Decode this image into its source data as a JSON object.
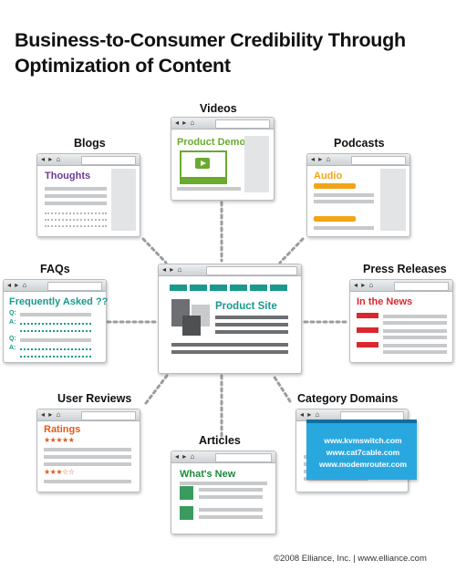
{
  "title_line1": "Business-to-Consumer Credibility Through",
  "title_line2": "Optimization of Content",
  "center": {
    "heading": "Product Site"
  },
  "nodes": {
    "videos": {
      "label": "Videos",
      "heading": "Product Demo"
    },
    "blogs": {
      "label": "Blogs",
      "heading": "Thoughts"
    },
    "podcasts": {
      "label": "Podcasts",
      "heading": "Audio"
    },
    "faqs": {
      "label": "FAQs",
      "heading": "Frequently Asked ??",
      "q": "Q:",
      "a": "A:"
    },
    "press": {
      "label": "Press Releases",
      "heading": "In the News"
    },
    "reviews": {
      "label": "User Reviews",
      "heading": "Ratings",
      "rating1": "★★★★★",
      "rating2": "★★★☆☆"
    },
    "articles": {
      "label": "Articles",
      "heading": "What's New"
    },
    "domains": {
      "label": "Category Domains",
      "items": [
        "www.kvmswitch.com",
        "www.cat7cable.com",
        "www.modemrouter.com"
      ]
    }
  },
  "browser_nav": "◂ ▸ ⌂",
  "footer": "©2008 Elliance, Inc.   |   www.elliance.com",
  "colors": {
    "purple": "#6b3a96",
    "green": "#6aaa2e",
    "orange": "#f2a516",
    "teal": "#1a9a8c",
    "red": "#d9272d",
    "rating": "#e05a1b",
    "darkgreen": "#1f8a3c",
    "blue": "#29a8e0",
    "connector": "#9a9c9e"
  }
}
